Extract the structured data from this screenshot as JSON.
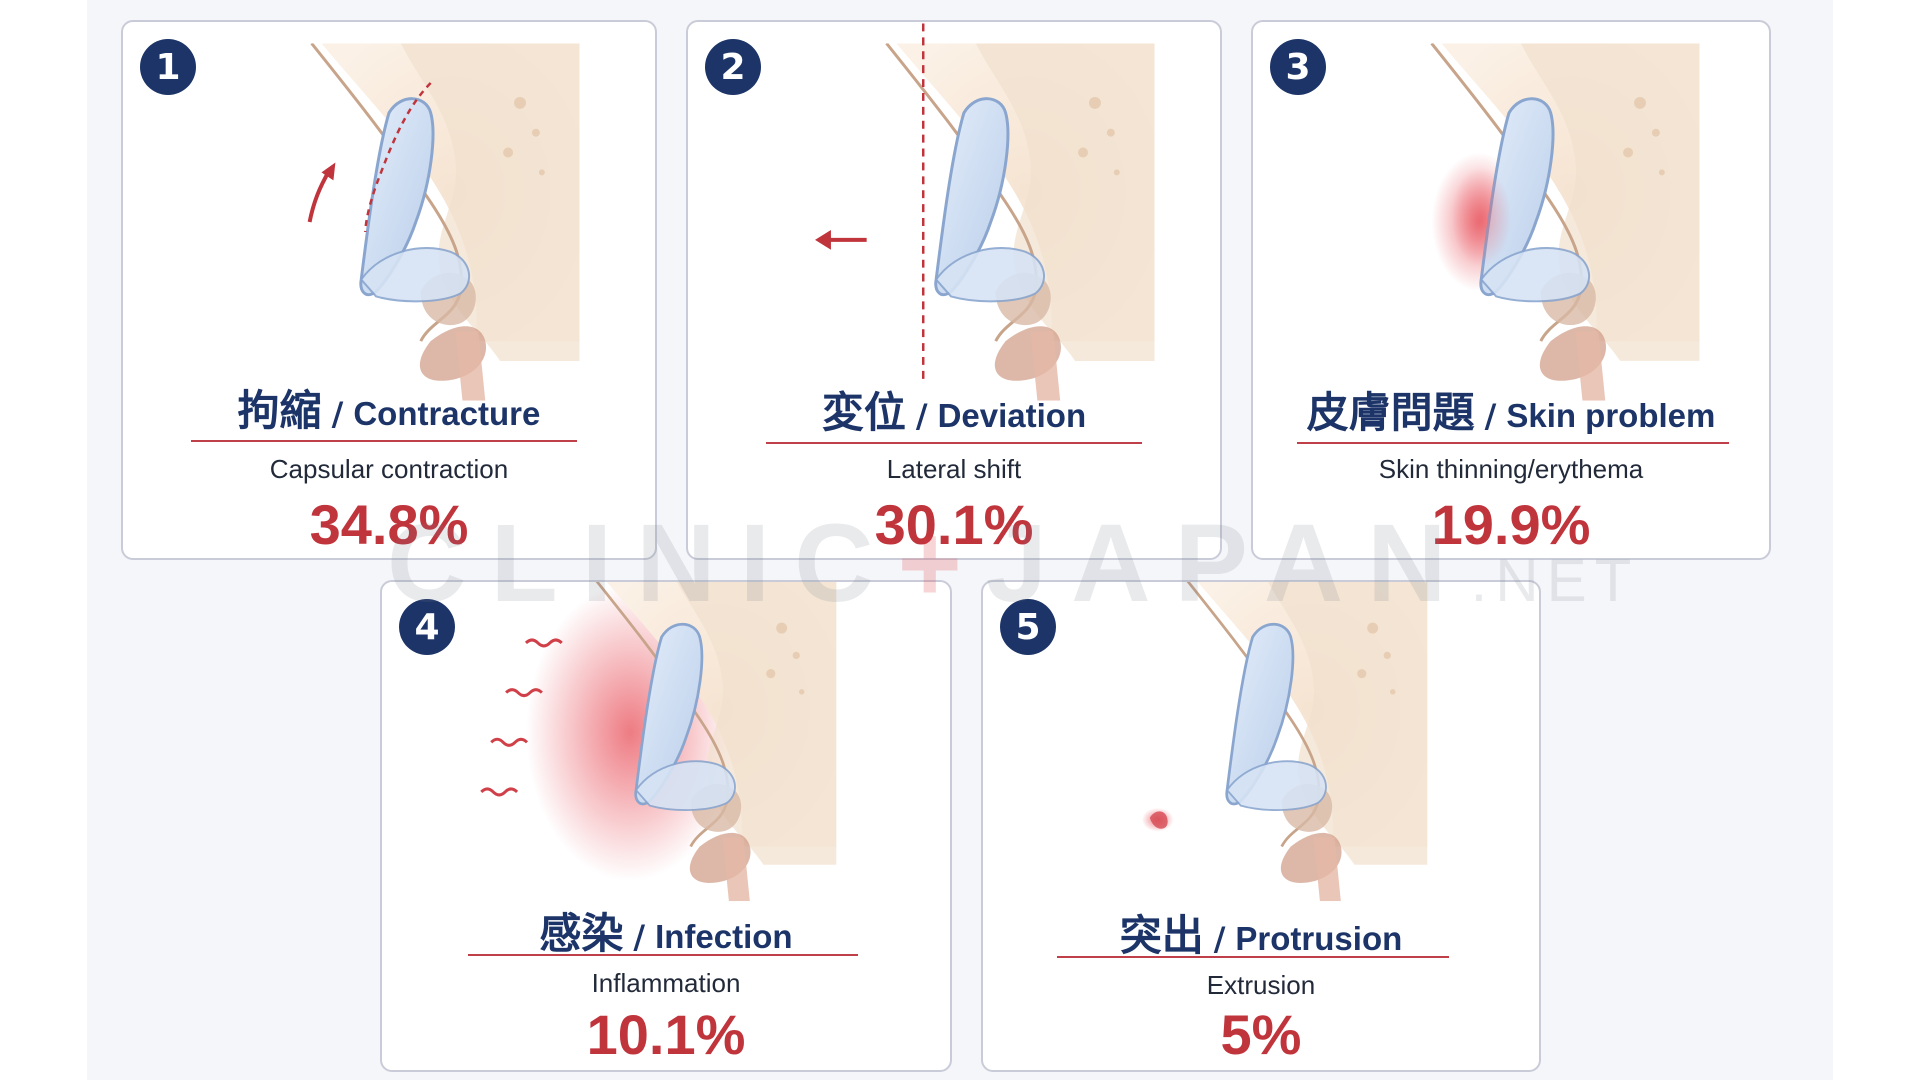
{
  "cards": [
    {
      "number": "1",
      "title_jp": "拘縮",
      "separator": "/",
      "title_en": "Contracture",
      "subtitle": "Capsular contraction",
      "percent": "34.8%",
      "value": 34.8
    },
    {
      "number": "2",
      "title_jp": "変位",
      "separator": "/",
      "title_en": "Deviation",
      "subtitle": "Lateral shift",
      "percent": "30.1%",
      "value": 30.1
    },
    {
      "number": "3",
      "title_jp": "皮膚問題",
      "separator": "/",
      "title_en": "Skin problem",
      "subtitle": "Skin thinning/erythema",
      "percent": "19.9%",
      "value": 19.9
    },
    {
      "number": "4",
      "title_jp": "感染",
      "separator": "/",
      "title_en": "Infection",
      "subtitle": "Inflammation",
      "percent": "10.1%",
      "value": 10.1
    },
    {
      "number": "5",
      "title_jp": "突出",
      "separator": "/",
      "title_en": "Protrusion",
      "subtitle": "Extrusion",
      "percent": "5%",
      "value": 5
    }
  ],
  "watermark": {
    "word1": "CLINIC",
    "plus": "+",
    "word2": "JAPAN",
    "tld": ".NET"
  },
  "colors": {
    "navy": "#1c3468",
    "accent_red": "#c0343c",
    "implant_blue": "#c8d8f0",
    "skin": "#f3dcc6"
  },
  "icons": [
    "nose-implant-illustration-icon",
    "arrow-icon",
    "midline-dashed-icon",
    "redness-glow-icon",
    "heat-wave-icon"
  ]
}
